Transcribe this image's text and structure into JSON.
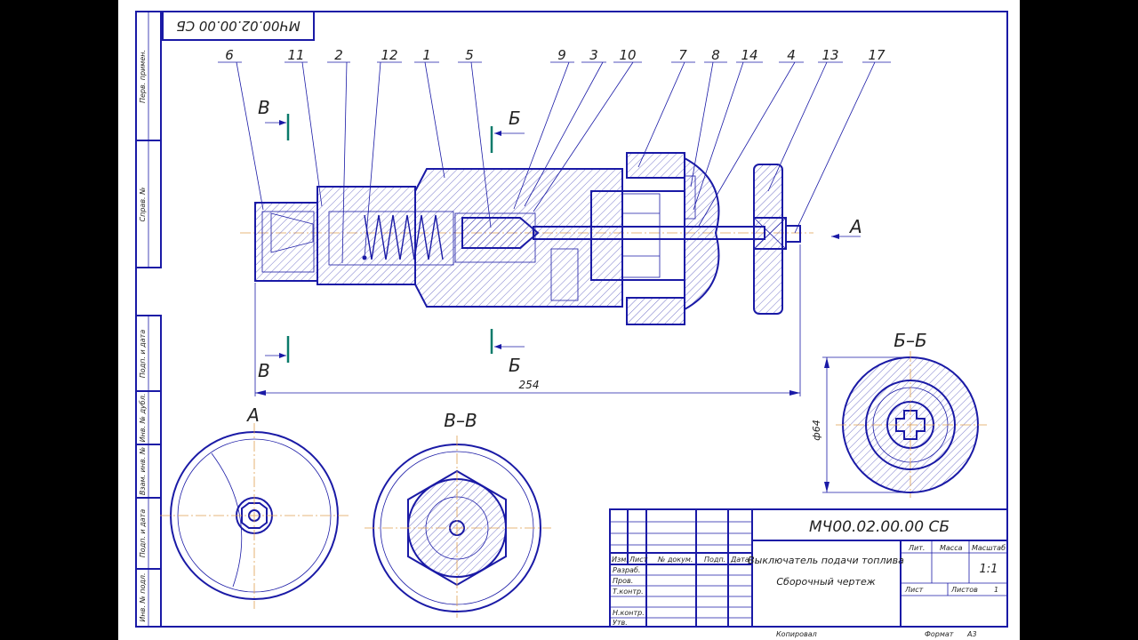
{
  "drawing": {
    "number": "МЧ00.02.00.00 СБ",
    "number_rotated": "МЧ00.02.00.00 СБ",
    "title_line1": "Выключатель подачи топлива",
    "title_line2": "Сборочный чертеж",
    "overall_dimension": "254",
    "diameter_dimension": "ф64"
  },
  "callouts": [
    "6",
    "11",
    "2",
    "12",
    "1",
    "5",
    "9",
    "3",
    "10",
    "7",
    "8",
    "14",
    "4",
    "13",
    "17"
  ],
  "section_labels": {
    "B1": "В",
    "B2": "В",
    "Bs1": "Б",
    "Bs2": "Б",
    "A": "А",
    "view_A": "А",
    "view_VV": "В–В",
    "view_BB": "Б–Б"
  },
  "side_stamp": [
    "Перв. примен.",
    "Справ. №",
    "Подп. и дата",
    "Инв. № дубл.",
    "Взам. инв. №",
    "Подп. и дата",
    "Инв. № подл."
  ],
  "title_block": {
    "izm": "Изм.",
    "list": "Лист",
    "doc": "№ докум.",
    "podp": "Подп.",
    "data": "Дата",
    "razrab": "Разраб.",
    "prov": "Пров.",
    "tkontr": "Т.контр.",
    "nkontr": "Н.контр.",
    "utv": "Утв.",
    "lit": "Лит.",
    "massa": "Масса",
    "masshtab": "Масштаб",
    "scale_value": "1:1",
    "list_label": "Лист",
    "listov_label": "Листов",
    "listov_value": "1",
    "kopiroval": "Копировал",
    "format_label": "Формат",
    "format_value": "А3"
  },
  "colors": {
    "line": "#1a1aa6",
    "center": "#e0a050",
    "section_marker": "#0a7a6a"
  }
}
